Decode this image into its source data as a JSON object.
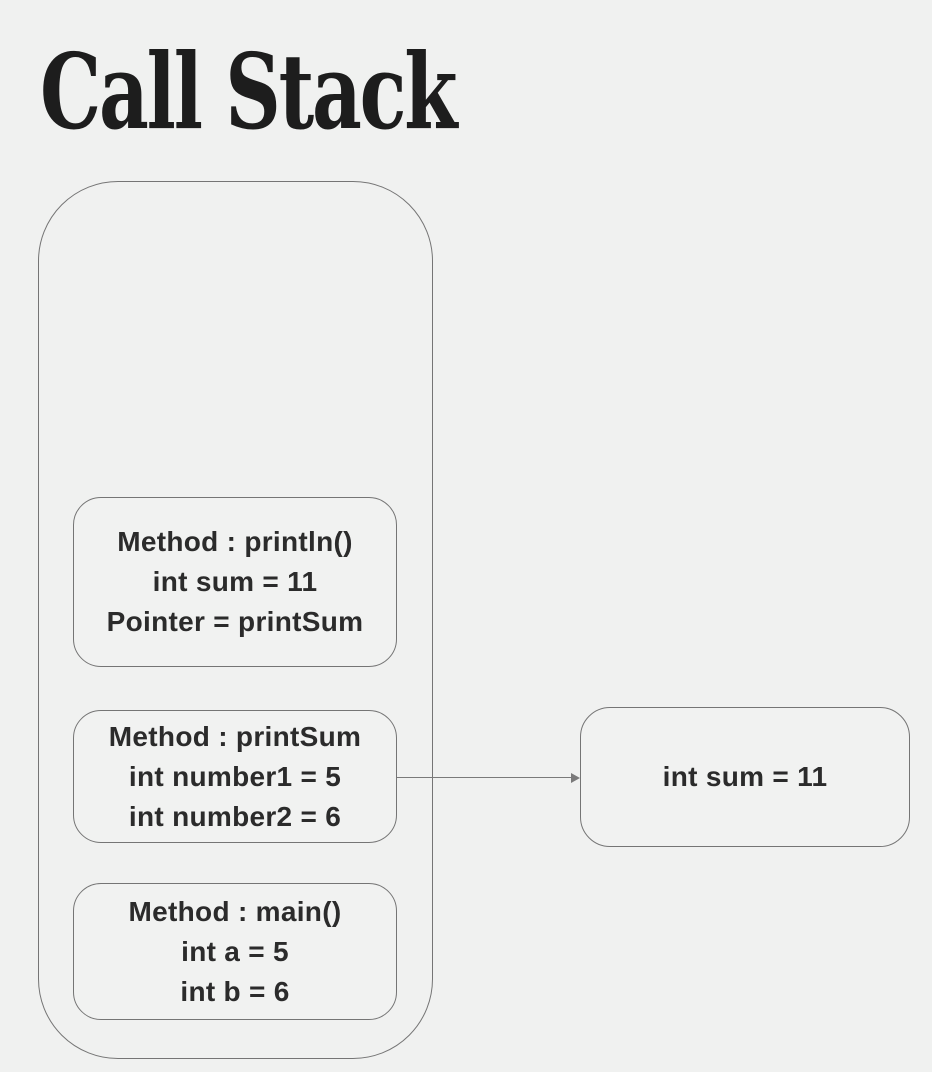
{
  "title": "Call Stack",
  "colors": {
    "background": "#f0f1f0",
    "outline": "#757575",
    "arrow": "#7a7a7a",
    "frame_text": "#2b2b2b",
    "title_text": "#1d1d1d"
  },
  "call_stack": {
    "frames": [
      {
        "id": "println",
        "lines": [
          "Method : println()",
          "int sum = 11",
          "Pointer = printSum"
        ]
      },
      {
        "id": "printSum",
        "lines": [
          "Method : printSum",
          "int number1 = 5",
          "int number2 = 6"
        ]
      },
      {
        "id": "main",
        "lines": [
          "Method : main()",
          "int a = 5",
          "int b = 6"
        ]
      }
    ]
  },
  "arrow": {
    "from": "printSum frame",
    "to": "result box",
    "direction": "right"
  },
  "result_box": {
    "label": "int sum = 11"
  }
}
